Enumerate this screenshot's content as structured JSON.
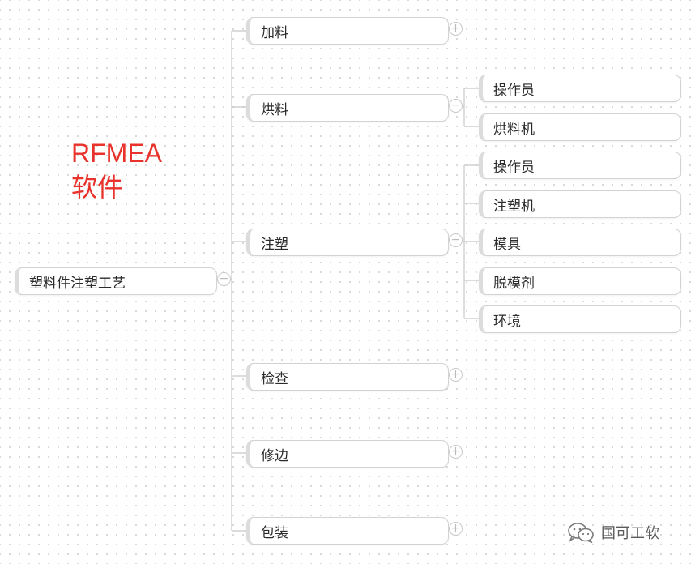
{
  "root": {
    "label": "塑料件注塑工艺"
  },
  "branches": [
    {
      "label": "加料",
      "toggle": "+"
    },
    {
      "label": "烘料",
      "toggle": "−"
    },
    {
      "label": "注塑",
      "toggle": "−"
    },
    {
      "label": "检查",
      "toggle": "+"
    },
    {
      "label": "修边",
      "toggle": "+"
    },
    {
      "label": "包装",
      "toggle": "+"
    }
  ],
  "root_toggle": "−",
  "drying_children": [
    "操作员",
    "烘料机"
  ],
  "molding_children": [
    "操作员",
    "注塑机",
    "模具",
    "脱模剂",
    "环境"
  ],
  "overlay": {
    "line1": "RFMEA",
    "line2": "软件",
    "color": "#e8322b"
  },
  "watermark": {
    "text": "国可工软",
    "icon": "wechat-icon"
  }
}
